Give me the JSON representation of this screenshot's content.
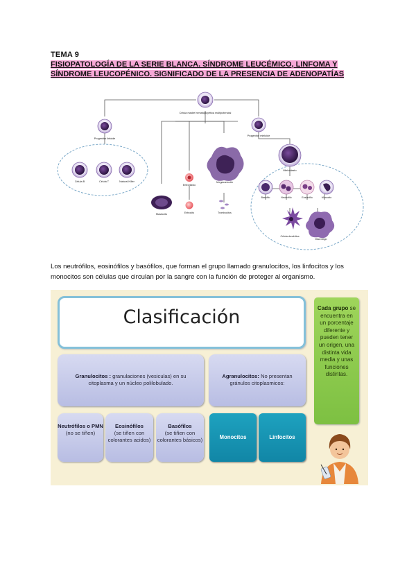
{
  "header": {
    "tema": "TEMA 9",
    "title": "FISIOPATOLOGÍA DE LA SERIE BLANCA. SÍNDROME LEUCÉMICO, LINFOMA Y SÍNDROME LEUCOPÉNICO. SIGNIFICADO DE LA PRESENCIA DE ADENOPATÍAS"
  },
  "hematopoiesis": {
    "stem": "Célula madre hematopoyética multipotencial",
    "lymphoid": "Progenitor linfoide",
    "myeloid": "Progenitor mieloide",
    "lymph_cells": [
      "Célula B",
      "Célula T",
      "Natural Killer"
    ],
    "erythro": "Eritroblasto",
    "erythro2": "Eritrocito",
    "mega": "Megacariocito",
    "platelet": "Trombocitos",
    "mast": "Mastocito",
    "myelo": "Mieloblasto",
    "gran_cells": [
      "Basófilo",
      "Neutrófilo",
      "Eosinófilo",
      "Monocito"
    ],
    "dendritic": "Célula dendrítica",
    "macro": "Macrófago"
  },
  "paragraph": "Los neutrófilos, eosinófilos y basófilos, que forman el grupo llamado granulocitos, los linfocitos y los monocitos son células que circulan por la sangre con la función de proteger al organismo.",
  "classification": {
    "title": "Clasificación",
    "side_bold": "Cada grupo",
    "side_text": "se encuentra en un porcentaje diferente y pueden tener un origen, una distinta vida media y unas funciones distintas.",
    "granulocytes_bold": "Granulocitos :",
    "granulocytes_text": "granulaciones (vesiculas) en su citoplasma y un núcleo polilobulado.",
    "agranulocytes_bold": "Agranulocitos:",
    "agranulocytes_text": "No presentan gránulos citoplasmicos:",
    "neutro_bold": "Neutrófilos o PMN",
    "neutro_text": "(no se tiñen)",
    "eos_bold": "Eosinófilos",
    "eos_text": "(se tiñen con colorantes acidos)",
    "bas_bold": "Basófilos",
    "bas_text": "(se tiñen con colorantes básicos)",
    "monocitos": "Monocitos",
    "linfocitos": "Linfocitos"
  }
}
